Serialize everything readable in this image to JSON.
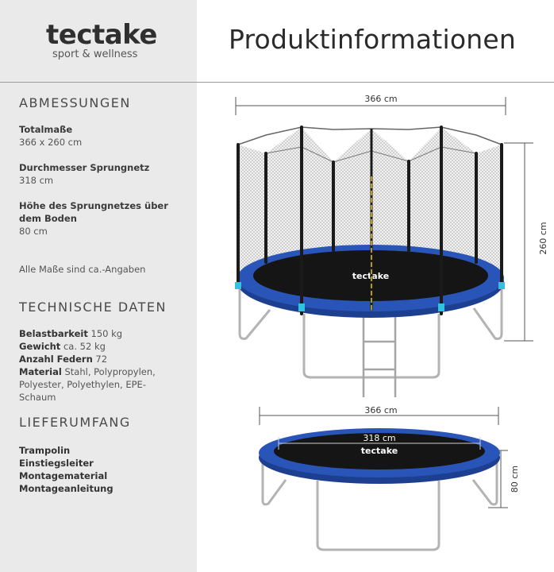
{
  "brand": {
    "name": "tectake",
    "tagline": "sport & wellness"
  },
  "page_title": "Produktinformationen",
  "abmessungen": {
    "heading": "ABMESSUNGEN",
    "items": [
      {
        "label": "Totalmaße",
        "value": "366 x 260 cm"
      },
      {
        "label": "Durchmesser Sprungnetz",
        "value": "318 cm"
      },
      {
        "label": "Höhe des Sprungnetzes über dem Boden",
        "value": "80 cm"
      }
    ],
    "note": "Alle Maße sind ca.-Angaben"
  },
  "technische_daten": {
    "heading": "TECHNISCHE DATEN",
    "rows": [
      {
        "label": "Belastbarkeit",
        "value": "150 kg"
      },
      {
        "label": "Gewicht",
        "value": "ca. 52 kg"
      },
      {
        "label": "Anzahl Federn",
        "value": "72"
      },
      {
        "label": "Material",
        "value": "Stahl, Polypropylen, Polyester,  Polyethylen, EPE-Schaum"
      }
    ]
  },
  "lieferumfang": {
    "heading": "LIEFERUMFANG",
    "items": [
      "Trampolin",
      "Einstiegsleiter",
      "Montagematerial",
      "Montageanleitung"
    ]
  },
  "diagram": {
    "top_width": "366 cm",
    "top_height": "260 cm",
    "bottom_width": "366 cm",
    "bottom_inner": "318 cm",
    "bottom_height": "80 cm",
    "mat_brand": "tectake",
    "colors": {
      "pad": "#2a55b8",
      "pad_dark": "#1d3f8f",
      "mat": "#151515",
      "net": "#888888",
      "frame": "#b8b8b8",
      "pole": "#1a1a1a",
      "accent": "#2ec4e0",
      "zip": "#e6c21a"
    }
  }
}
